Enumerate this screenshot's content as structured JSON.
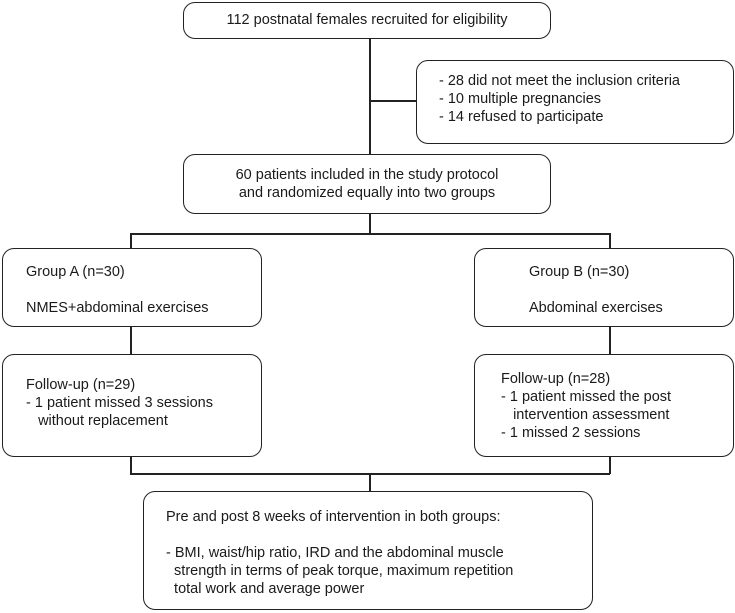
{
  "recruited": {
    "lines": [
      "112 postnatal females recruited for eligibility"
    ]
  },
  "excluded": {
    "lines": [
      "- 28 did not meet the inclusion criteria",
      "- 10 multiple pregnancies",
      "- 14 refused to participate"
    ]
  },
  "randomized": {
    "lines": [
      "60 patients included in the study protocol",
      "and randomized equally into two groups"
    ]
  },
  "group_a": {
    "title": "Group A (n=30)",
    "intervention": "NMES+abdominal exercises"
  },
  "group_b": {
    "title": "Group B (n=30)",
    "intervention": "Abdominal exercises"
  },
  "followup_a": {
    "lines": [
      "Follow-up (n=29)",
      "- 1 patient missed 3 sessions",
      "   without replacement"
    ]
  },
  "followup_b": {
    "lines": [
      "Follow-up (n=28)",
      "- 1 patient missed the post",
      "   intervention assessment",
      "- 1 missed 2 sessions"
    ]
  },
  "outcomes": {
    "lines": [
      "Pre and post 8 weeks of intervention in both groups:",
      "",
      "- BMI, waist/hip ratio, IRD and the abdominal muscle",
      "  strength in terms of peak torque, maximum repetition",
      "  total work and average power"
    ]
  }
}
